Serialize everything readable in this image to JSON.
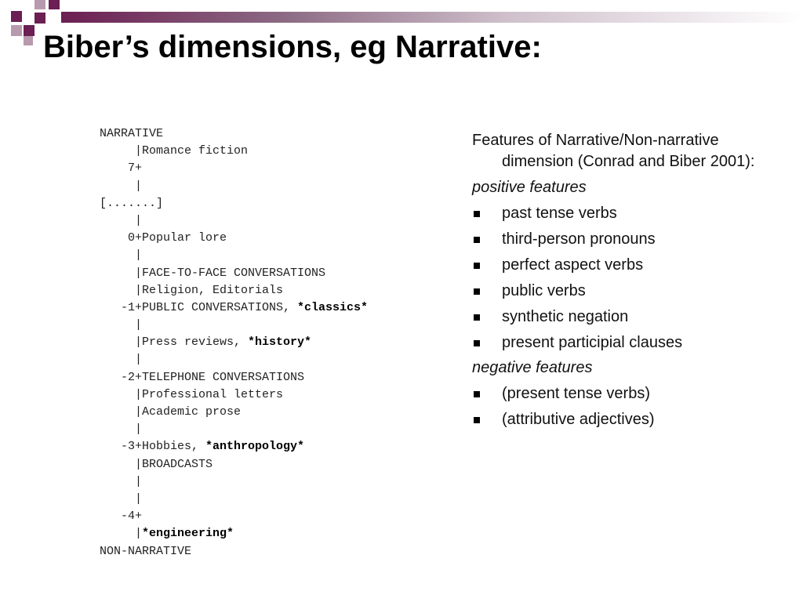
{
  "title": "Biber’s dimensions, eg Narrative:",
  "scale": {
    "lines": [
      [
        {
          "t": "NARRATIVE"
        }
      ],
      [
        {
          "t": "     |Romance fiction"
        }
      ],
      [
        {
          "t": "    7+"
        }
      ],
      [
        {
          "t": "     |"
        }
      ],
      [
        {
          "t": "[.......]"
        }
      ],
      [
        {
          "t": "     |"
        }
      ],
      [
        {
          "t": "    0+Popular lore"
        }
      ],
      [
        {
          "t": "     |"
        }
      ],
      [
        {
          "t": "     |FACE-TO-FACE CONVERSATIONS"
        }
      ],
      [
        {
          "t": "     |Religion, Editorials"
        }
      ],
      [
        {
          "t": "   -1+PUBLIC CONVERSATIONS, "
        },
        {
          "t": "*classics*",
          "b": true
        }
      ],
      [
        {
          "t": "     |"
        }
      ],
      [
        {
          "t": "     |Press reviews, "
        },
        {
          "t": "*history*",
          "b": true
        }
      ],
      [
        {
          "t": "     |"
        }
      ],
      [
        {
          "t": "   -2+TELEPHONE CONVERSATIONS"
        }
      ],
      [
        {
          "t": "     |Professional letters"
        }
      ],
      [
        {
          "t": "     |Academic prose"
        }
      ],
      [
        {
          "t": "     |"
        }
      ],
      [
        {
          "t": "   -3+Hobbies, "
        },
        {
          "t": "*anthropology*",
          "b": true
        }
      ],
      [
        {
          "t": "     |BROADCASTS"
        }
      ],
      [
        {
          "t": "     |"
        }
      ],
      [
        {
          "t": "     |"
        }
      ],
      [
        {
          "t": "   -4+"
        }
      ],
      [
        {
          "t": "     |"
        },
        {
          "t": "*engineering*",
          "b": true
        }
      ],
      [
        {
          "t": "NON-NARRATIVE"
        }
      ]
    ]
  },
  "features": {
    "intro": "Features of Narrative/Non-narrative dimension (Conrad and Biber 2001):",
    "positive_label": "positive features",
    "positive": [
      "past tense verbs",
      "third-person pronouns",
      "perfect aspect verbs",
      "public verbs",
      "synthetic negation",
      "present participial clauses"
    ],
    "negative_label": "negative features",
    "negative": [
      "(present tense verbs)",
      "(attributive adjectives)"
    ]
  },
  "colors": {
    "accent_dark": "#6b1f52",
    "accent_light": "#b89aae"
  }
}
